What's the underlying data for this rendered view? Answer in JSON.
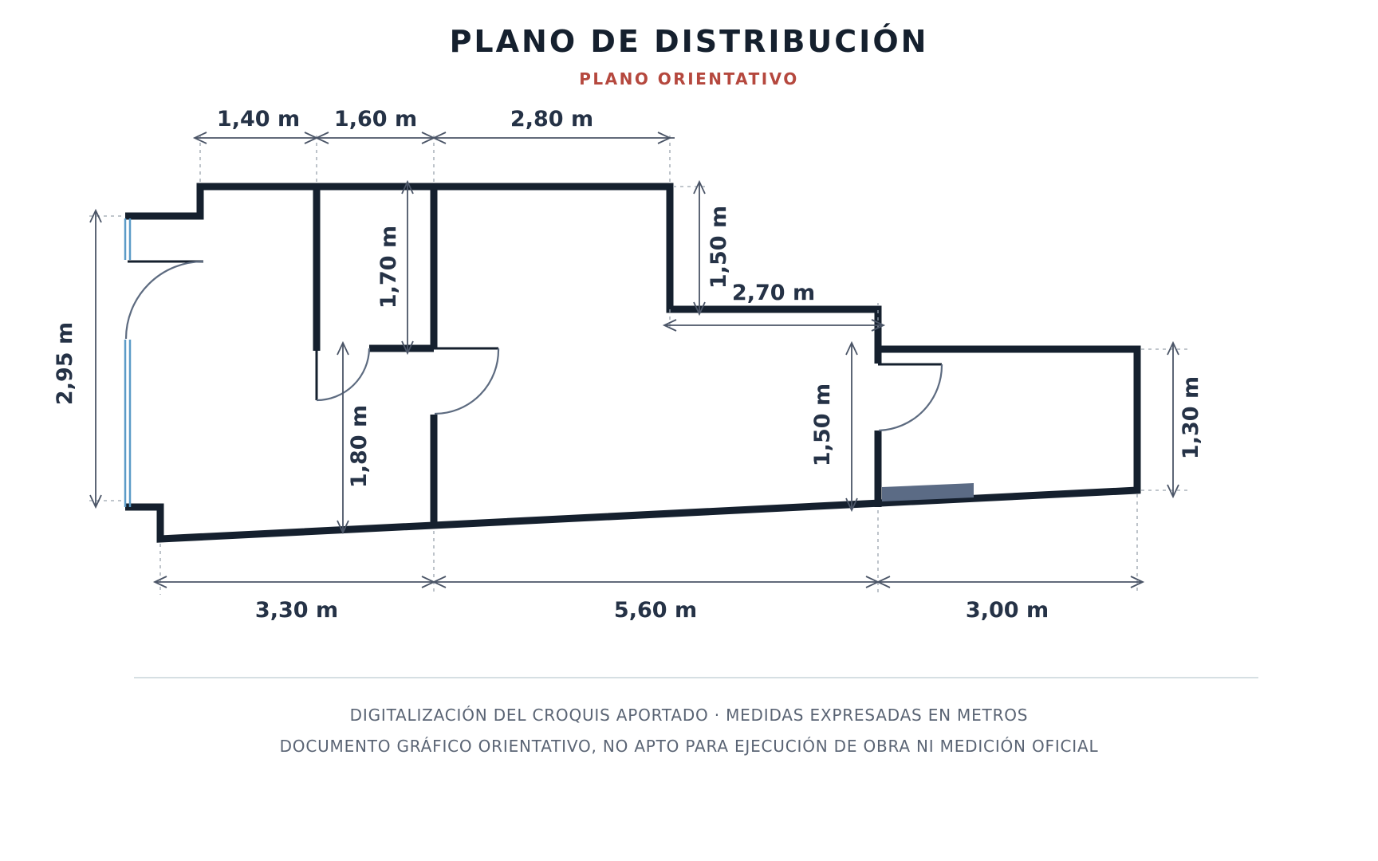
{
  "header": {
    "title": "PLANO DE DISTRIBUCIÓN",
    "subtitle": "PLANO ORIENTATIVO"
  },
  "dimensions": {
    "top_1": "1,40 m",
    "top_2": "1,60 m",
    "top_3": "2,80 m",
    "left_height": "2,95 m",
    "partition_upper": "1,70 m",
    "partition_lower": "1,80 m",
    "step_height": "1,50 m",
    "step_width": "2,70 m",
    "right_room_height": "1,50 m",
    "right_end_height": "1,30 m",
    "bottom_1": "3,30 m",
    "bottom_2": "5,60 m",
    "bottom_3": "3,00 m"
  },
  "footer": {
    "note_1": "DIGITALIZACIÓN DEL CROQUIS APORTADO · MEDIDAS EXPRESADAS EN METROS",
    "note_2": "DOCUMENTO GRÁFICO ORIENTATIVO, NO APTO PARA EJECUCIÓN DE OBRA NI MEDICIÓN OFICIAL"
  },
  "colors": {
    "wall": "#15202e",
    "accent": "#b5483e",
    "glass": "#5b9bc7",
    "counter": "#5b6b85"
  }
}
